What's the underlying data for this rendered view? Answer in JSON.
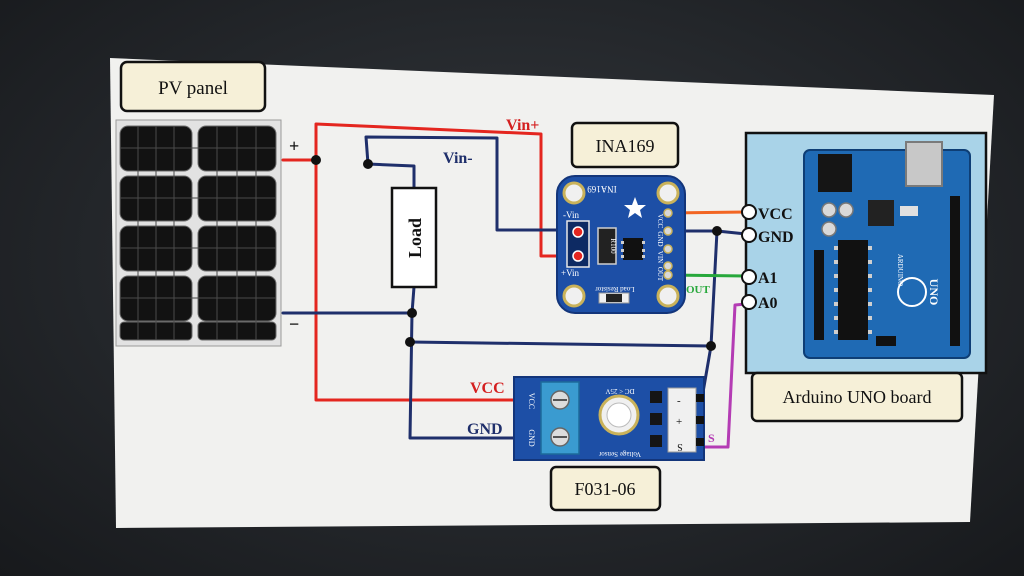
{
  "labels": {
    "pv_panel": "PV panel",
    "plus": "+",
    "minus": "−",
    "load": "Load",
    "vin_plus": "Vin+",
    "vin_minus": "Vin-",
    "ina169": "INA169",
    "vcc": "VCC",
    "gnd": "GND",
    "a1": "A1",
    "a0": "A0",
    "out": "OUT",
    "s": "S",
    "arduino": "Arduino UNO board",
    "sensor_vcc": "VCC",
    "sensor_gnd": "GND",
    "f031": "F031-06"
  },
  "ina_board": {
    "title": "INA169",
    "vin_minus": "-Vin",
    "vin_plus": "+Vin",
    "resistor": "R100",
    "load_resistor": "Load Resistor",
    "pin_vcc": "VCC",
    "pin_gnd": "GND",
    "pin_vin": "VIN",
    "pin_out": "OUT"
  },
  "sensor_board": {
    "vcc": "VCC",
    "gnd": "GND",
    "spec": "DC < 25V",
    "name": "Voltage Sensor",
    "pin_minus": "-",
    "pin_plus": "+",
    "pin_s": "S"
  },
  "arduino_board": {
    "brand": "ARDUINO",
    "model": "UNO"
  },
  "colors": {
    "red_wire": "#e4261f",
    "navy_wire": "#1f2f6b",
    "orange_wire": "#f26522",
    "green_wire": "#27a83b",
    "magenta_wire": "#b43cb4",
    "board_blue": "#1d4fa6",
    "label_box": "#f6f0d8",
    "arduino_bg": "#a9d3e8",
    "paper": "#f1f1ef"
  }
}
